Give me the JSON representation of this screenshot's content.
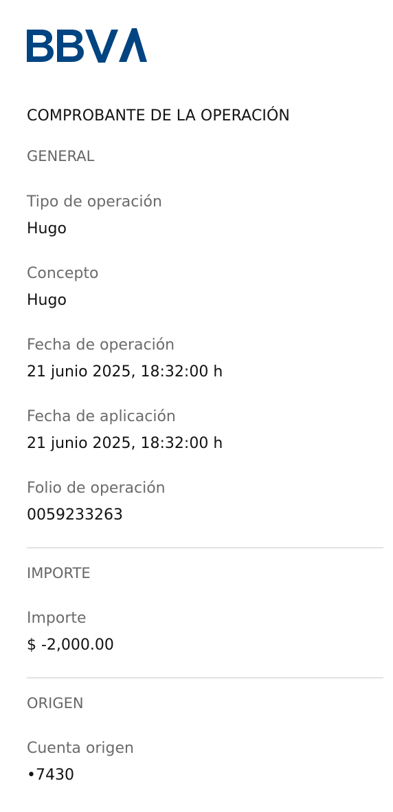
{
  "brand": {
    "logo_text": "BBVA",
    "color": "#004481"
  },
  "receipt": {
    "title": "COMPROBANTE DE LA OPERACIÓN",
    "sections": {
      "general": {
        "title": "GENERAL",
        "fields": [
          {
            "label": "Tipo de operación",
            "value": "Hugo"
          },
          {
            "label": "Concepto",
            "value": "Hugo"
          },
          {
            "label": "Fecha de operación",
            "value": "21 junio 2025, 18:32:00 h"
          },
          {
            "label": "Fecha de aplicación",
            "value": "21 junio 2025, 18:32:00 h"
          },
          {
            "label": "Folio de operación",
            "value": "0059233263"
          }
        ]
      },
      "importe": {
        "title": "IMPORTE",
        "fields": [
          {
            "label": "Importe",
            "value": "$ -2,000.00"
          }
        ]
      },
      "origen": {
        "title": "ORIGEN",
        "fields": [
          {
            "label": "Cuenta origen",
            "value": "•7430"
          }
        ]
      }
    }
  }
}
